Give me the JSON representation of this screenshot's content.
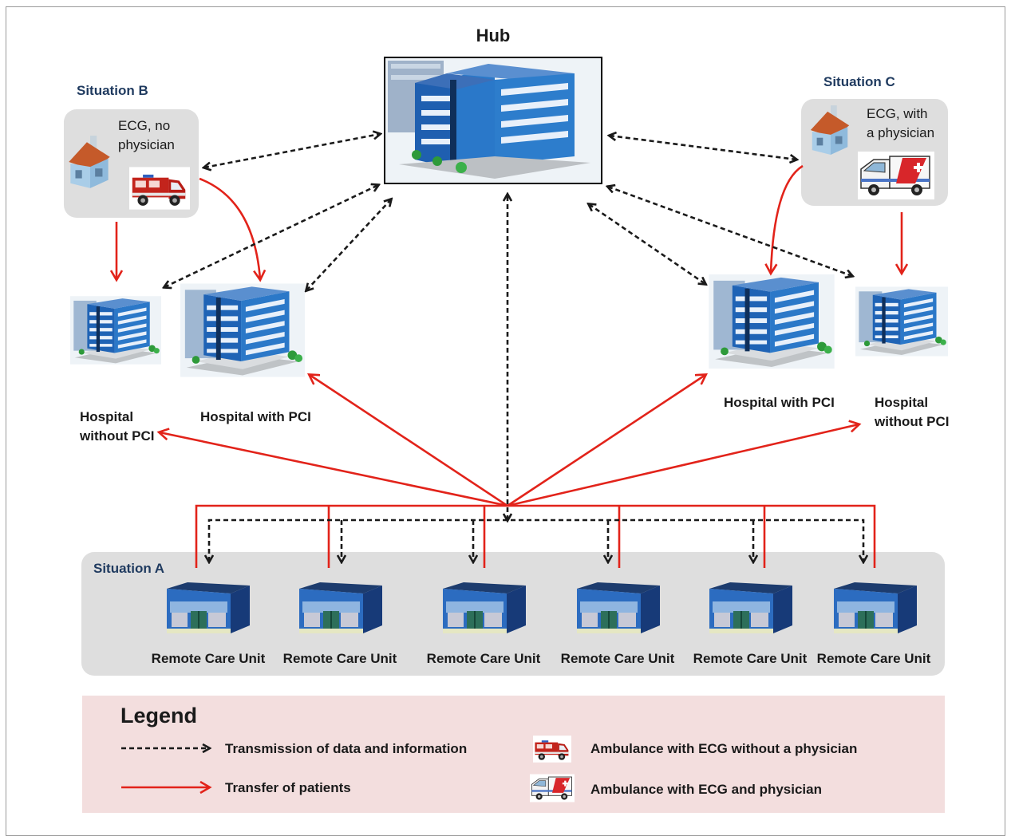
{
  "hub": {
    "title": "Hub"
  },
  "situation_b": {
    "title": "Situation B",
    "text_line1": "ECG, no",
    "text_line2": "physician"
  },
  "situation_c": {
    "title": "Situation C",
    "text_line1": "ECG, with",
    "text_line2": "a physician"
  },
  "situation_a": {
    "title": "Situation A"
  },
  "hospitals": {
    "left_without_line1": "Hospital",
    "left_without_line2": "without PCI",
    "left_with": "Hospital with PCI",
    "right_with": "Hospital with PCI",
    "right_without_line1": "Hospital",
    "right_without_line2": "without PCI"
  },
  "remote_units": [
    "Remote Care Unit",
    "Remote Care Unit",
    "Remote Care Unit",
    "Remote Care Unit",
    "Remote Care Unit",
    "Remote Care Unit"
  ],
  "legend": {
    "title": "Legend",
    "dashed_label": "Transmission of data and information",
    "red_label": "Transfer of patients",
    "amb_no_physician_label": "Ambulance with ECG without a physician",
    "amb_physician_label": "Ambulance with ECG and physician"
  },
  "colors": {
    "red": "#e2231a",
    "dashed": "#1a1a1a",
    "legend_bg": "#f3dede",
    "panel_bg": "#dedede",
    "sit_title": "#1f3a5f"
  }
}
